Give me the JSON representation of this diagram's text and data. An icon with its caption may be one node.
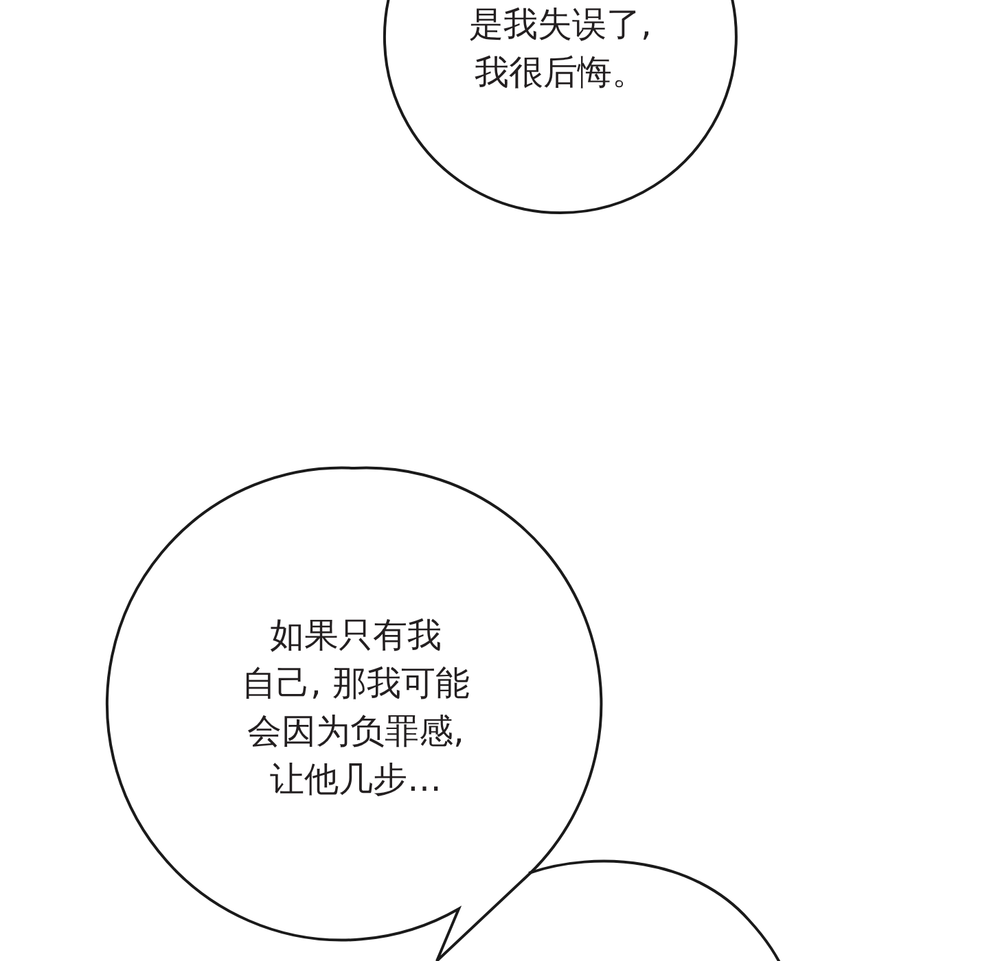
{
  "diagram": {
    "nodes": [
      {
        "text": [
          "是我失误了,我很后悔。"
        ]
      },
      {
        "text": [
          "如果只有我自己, 那我可能会因为负罪感,让他几步…"
        ]
      },
      {
        "text": [],
        "shape": "circle"
      }
    ]
  }
}
